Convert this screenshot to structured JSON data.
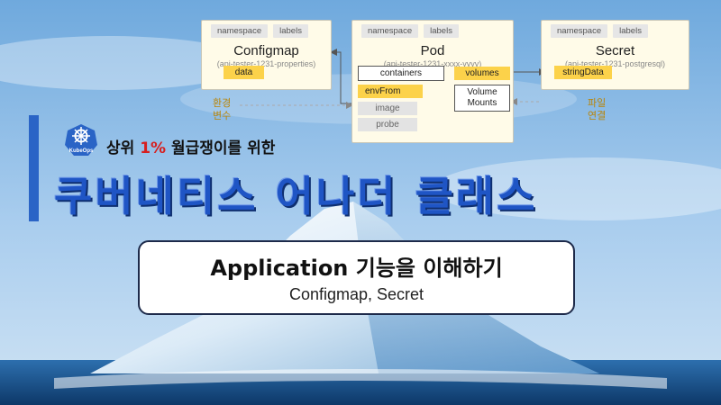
{
  "diagram": {
    "configmap": {
      "tab_namespace": "namespace",
      "tab_labels": "labels",
      "title": "Configmap",
      "subtitle": "(api-tester-1231-properties)",
      "data_label": "data"
    },
    "pod": {
      "tab_namespace": "namespace",
      "tab_labels": "labels",
      "title": "Pod",
      "subtitle": "(api-tester-1231-xxxx-yyyy)",
      "containers": "containers",
      "volumes": "volumes",
      "envfrom": "envFrom",
      "image": "image",
      "probe": "probe",
      "volume_mounts_1": "Volume",
      "volume_mounts_2": "Mounts"
    },
    "secret": {
      "tab_namespace": "namespace",
      "tab_labels": "labels",
      "title": "Secret",
      "subtitle": "(api-tester-1231-postgresql)",
      "stringdata_label": "stringData"
    },
    "note_env_1": "환경",
    "note_env_2": "변수",
    "note_file_1": "파일",
    "note_file_2": "연결"
  },
  "logo_text": "KubeOps",
  "subtitle_before": "상위 ",
  "subtitle_pct": "1%",
  "subtitle_after": " 월급쟁이를 위한",
  "headline": "쿠버네티스 어나더 클래스",
  "card": {
    "title": "Application 기능을 이해하기",
    "subtitle": "Configmap, Secret"
  },
  "colors": {
    "accent_blue": "#2a64c6",
    "headline_blue": "#1f55c5",
    "percent_red": "#d62020",
    "chip_yellow": "#fcd24a",
    "note_gold": "#b8850a"
  }
}
